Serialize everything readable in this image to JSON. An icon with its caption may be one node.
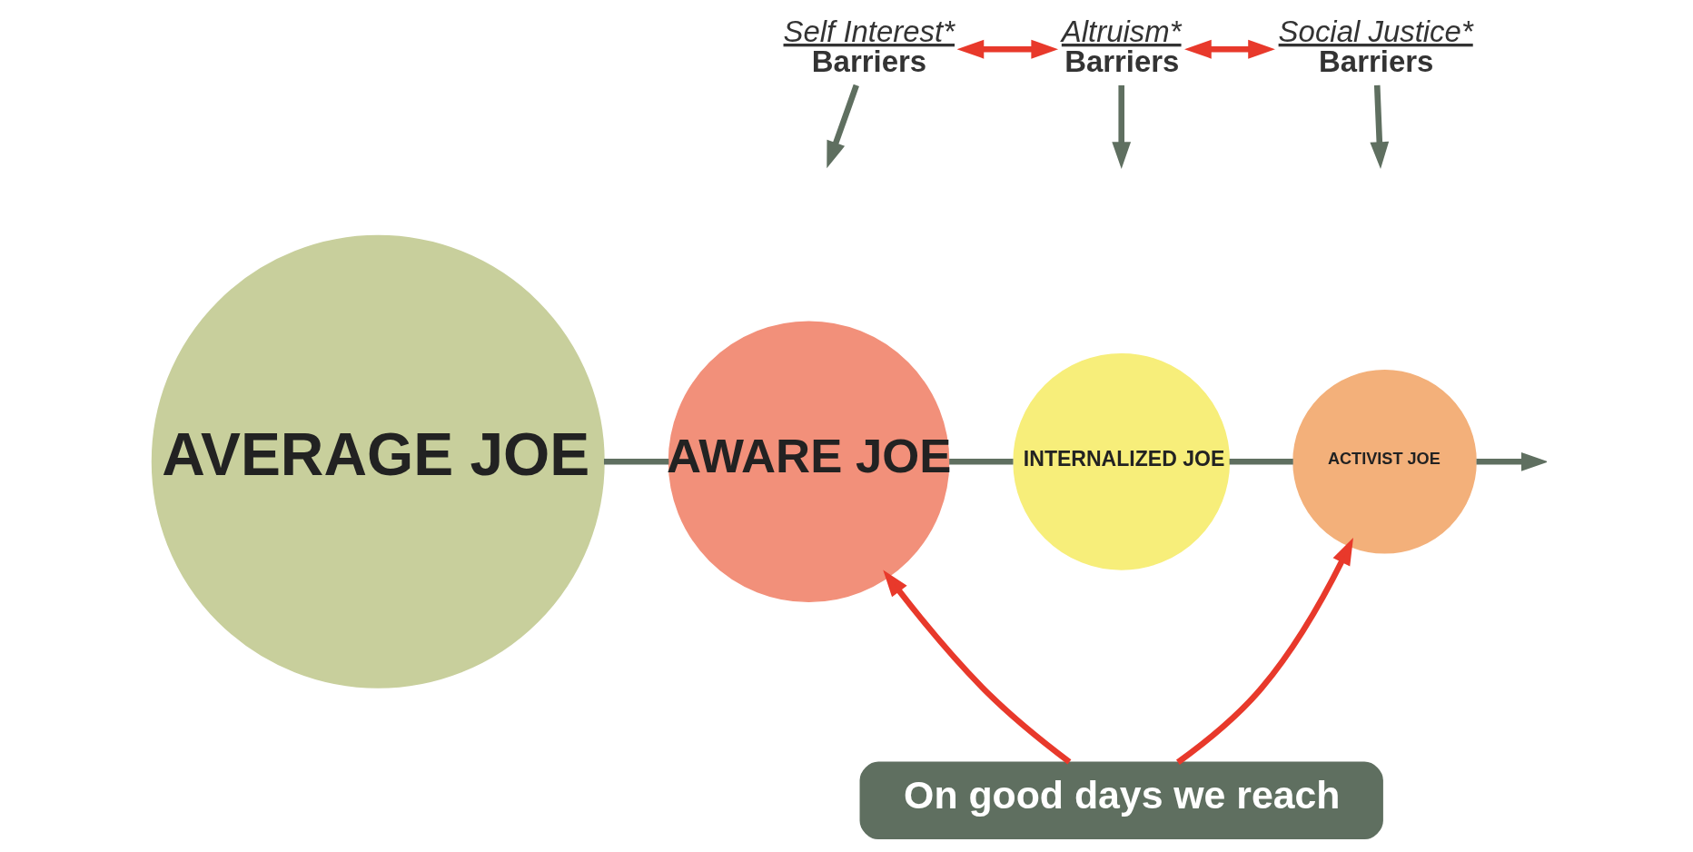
{
  "diagram": {
    "nodes": [
      {
        "text": [
          "AVERAGE JOE"
        ]
      },
      {
        "text": [
          "AWARE JOE"
        ]
      },
      {
        "text": [
          "INTERNALIZED JOE"
        ]
      },
      {
        "text": [
          "ACTIVIST JOE"
        ]
      },
      {
        "text": [
          "Self Interest*",
          "Barriers"
        ]
      },
      {
        "text": [
          "Altruism*",
          "Barriers"
        ]
      },
      {
        "text": [
          "Social Justice*",
          "Barriers"
        ]
      },
      {
        "text": [
          "On good days we reach"
        ]
      }
    ],
    "edges": [
      {
        "from": 0,
        "to": 1,
        "arrow": "none"
      },
      {
        "from": 1,
        "to": 2,
        "arrow": "none"
      },
      {
        "from": 2,
        "to": 3,
        "arrow": "none"
      },
      {
        "from": 3,
        "to": null,
        "arrow": "to"
      },
      {
        "from": 4,
        "to": null,
        "arrow": "to"
      },
      {
        "from": 5,
        "to": null,
        "arrow": "to"
      },
      {
        "from": 6,
        "to": null,
        "arrow": "to"
      },
      {
        "from": 4,
        "to": 5,
        "arrow": "both",
        "color": "#e8392b"
      },
      {
        "from": 5,
        "to": 6,
        "arrow": "both",
        "color": "#e8392b"
      },
      {
        "from": 7,
        "to": 1,
        "arrow": "to",
        "color": "#e8392b"
      },
      {
        "from": 7,
        "to": 3,
        "arrow": "to",
        "color": "#e8392b"
      }
    ]
  }
}
